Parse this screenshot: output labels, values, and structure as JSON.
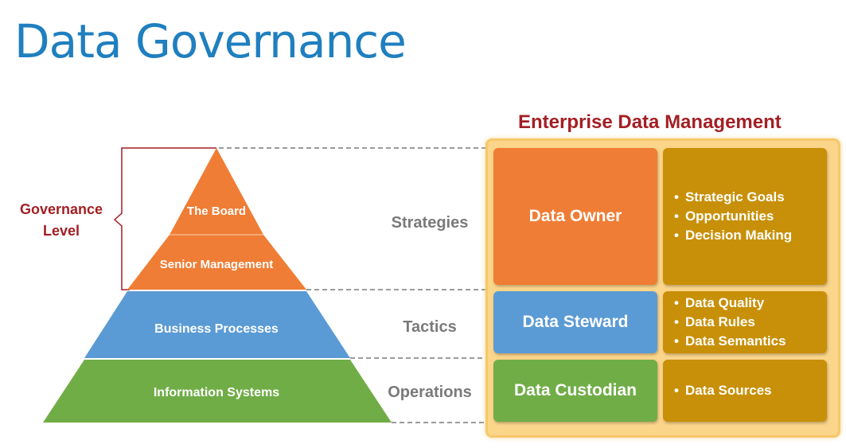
{
  "title": "Data Governance",
  "governance_level": {
    "line1": "Governance",
    "line2": "Level"
  },
  "pyramid": {
    "board": "The Board",
    "senior": "Senior Management",
    "business": "Business Processes",
    "information": "Information Systems"
  },
  "levels": {
    "strategies": "Strategies",
    "tactics": "Tactics",
    "operations": "Operations"
  },
  "edm": {
    "title": "Enterprise Data Management",
    "owner": {
      "label": "Data Owner",
      "items": [
        "Strategic Goals",
        "Opportunities",
        "Decision Making"
      ]
    },
    "steward": {
      "label": "Data Steward",
      "items": [
        "Data Quality",
        "Data Rules",
        "Data Semantics"
      ]
    },
    "custodian": {
      "label": "Data Custodian",
      "items": [
        "Data Sources"
      ]
    }
  },
  "colors": {
    "title": "#1f7fbf",
    "accent_red": "#a31f24",
    "orange": "#ef7d35",
    "blue": "#5b9bd5",
    "green": "#70ad47",
    "gold": "#c89008",
    "panel": "#fbd58a"
  }
}
